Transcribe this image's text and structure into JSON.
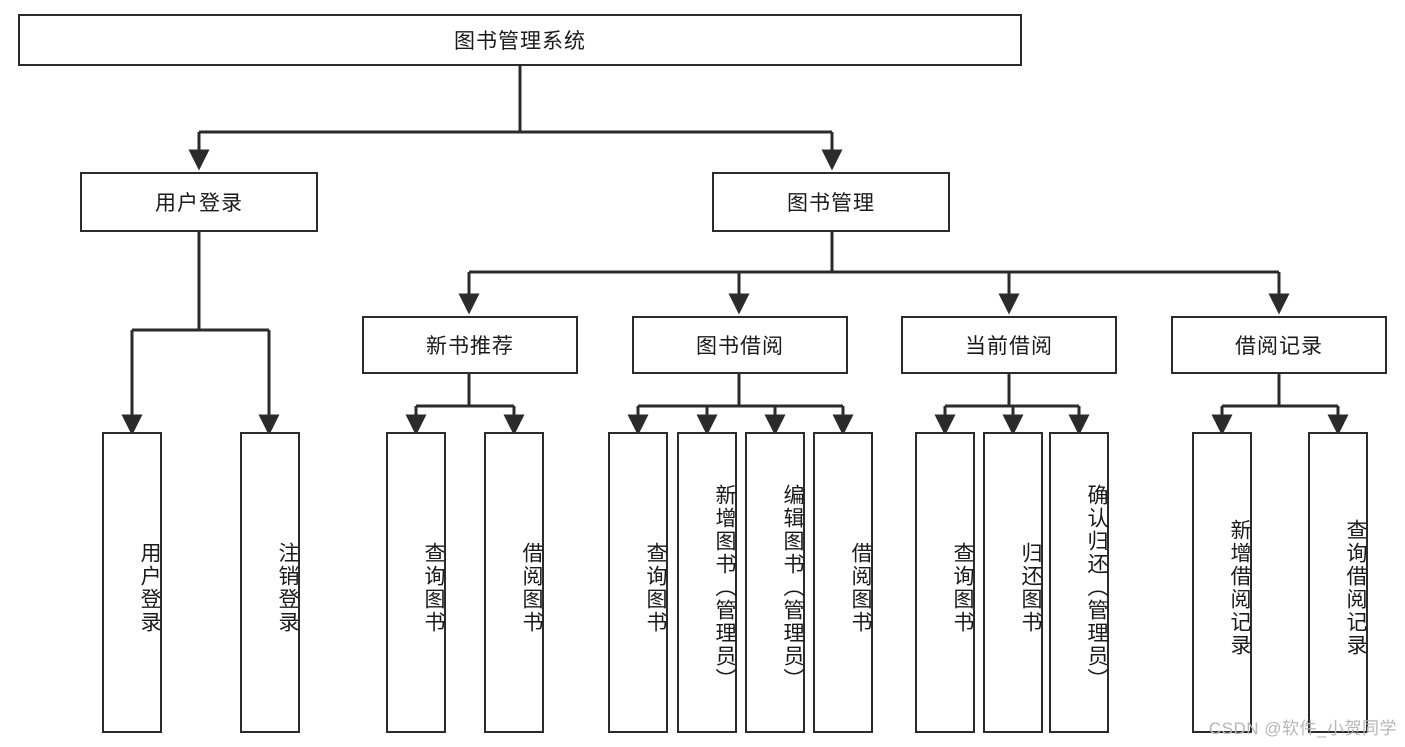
{
  "diagram": {
    "type": "tree",
    "title": "图书管理系统",
    "root": {
      "id": "root",
      "label": "图书管理系统"
    },
    "level2": [
      {
        "id": "user-login",
        "label": "用户登录"
      },
      {
        "id": "book-manage",
        "label": "图书管理"
      }
    ],
    "level3": [
      {
        "id": "new-book-rec",
        "label": "新书推荐"
      },
      {
        "id": "book-borrow",
        "label": "图书借阅"
      },
      {
        "id": "current-borrow",
        "label": "当前借阅"
      },
      {
        "id": "borrow-record",
        "label": "借阅记录"
      }
    ],
    "leaves": {
      "user_login": [
        {
          "id": "leaf-user-login",
          "label": "用户登录"
        },
        {
          "id": "leaf-logout",
          "label": "注销登录"
        }
      ],
      "new_book_rec": [
        {
          "id": "leaf-query-book-1",
          "label": "查询图书"
        },
        {
          "id": "leaf-borrow-book-1",
          "label": "借阅图书"
        }
      ],
      "book_borrow": [
        {
          "id": "leaf-query-book-2",
          "label": "查询图书"
        },
        {
          "id": "leaf-add-book",
          "label": "新增图书（管理员）"
        },
        {
          "id": "leaf-edit-book",
          "label": "编辑图书（管理员）"
        },
        {
          "id": "leaf-borrow-book-2",
          "label": "借阅图书"
        }
      ],
      "current_borrow": [
        {
          "id": "leaf-query-book-3",
          "label": "查询图书"
        },
        {
          "id": "leaf-return-book",
          "label": "归还图书"
        },
        {
          "id": "leaf-confirm-return",
          "label": "确认归还（管理员）"
        }
      ],
      "borrow_record": [
        {
          "id": "leaf-add-record",
          "label": "新增借阅记录"
        },
        {
          "id": "leaf-query-record",
          "label": "查询借阅记录"
        }
      ]
    }
  },
  "watermark": {
    "text": "CSDN @软件_小贺同学"
  },
  "colors": {
    "stroke": "#2b2b2b",
    "fill": "#ffffff",
    "text": "#1a1a1a",
    "watermark": "#b6b6b6"
  }
}
